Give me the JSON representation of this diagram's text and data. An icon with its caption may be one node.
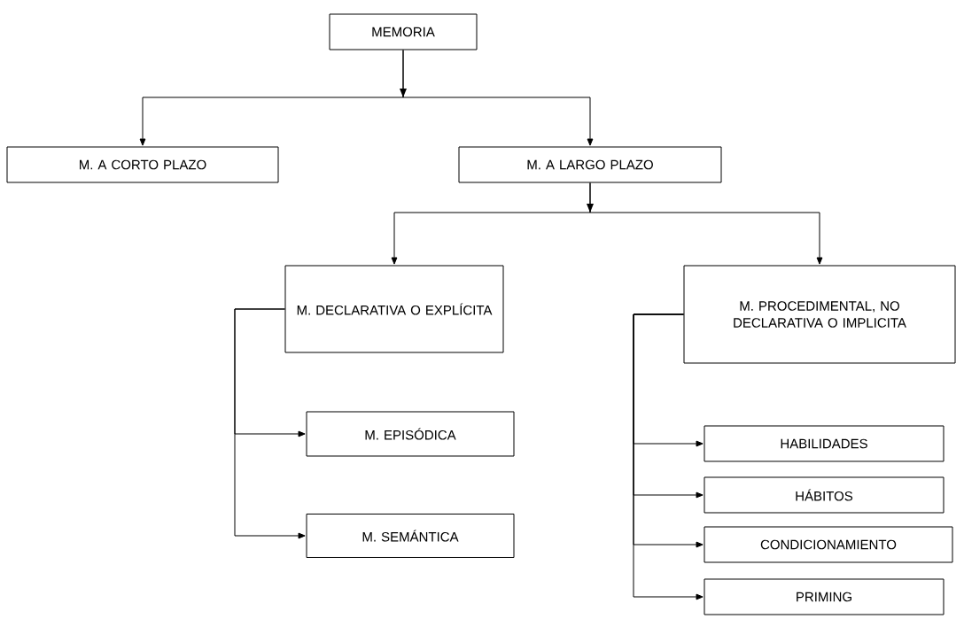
{
  "diagram": {
    "nodes": [
      {
        "text": [
          "MEMORIA"
        ]
      },
      {
        "text": [
          "M. A CORTO PLAZO"
        ]
      },
      {
        "text": [
          "M. A LARGO PLAZO"
        ]
      },
      {
        "text": [
          "M. DECLARATIVA O EXPLÍCITA"
        ]
      },
      {
        "text": [
          "M. PROCEDIMENTAL, NO DECLARATIVA O IMPLICITA"
        ]
      },
      {
        "text": [
          "M. EPISÓDICA"
        ]
      },
      {
        "text": [
          "M. SEMÁNTICA"
        ]
      },
      {
        "text": [
          "HABILIDADES"
        ]
      },
      {
        "text": [
          "HÁBITOS"
        ]
      },
      {
        "text": [
          "CONDICIONAMIENTO"
        ]
      },
      {
        "text": [
          "PRIMING"
        ]
      }
    ],
    "edges": [
      {
        "from": 0,
        "to": 1,
        "arrow": "to"
      },
      {
        "from": 0,
        "to": 2,
        "arrow": "to"
      },
      {
        "from": 2,
        "to": 3,
        "arrow": "to"
      },
      {
        "from": 2,
        "to": 4,
        "arrow": "to"
      },
      {
        "from": 3,
        "to": 5,
        "arrow": "to"
      },
      {
        "from": 3,
        "to": 6,
        "arrow": "to"
      },
      {
        "from": 4,
        "to": 7,
        "arrow": "to"
      },
      {
        "from": 4,
        "to": 8,
        "arrow": "to"
      },
      {
        "from": 4,
        "to": 9,
        "arrow": "to"
      },
      {
        "from": 4,
        "to": 10,
        "arrow": "to"
      }
    ]
  }
}
